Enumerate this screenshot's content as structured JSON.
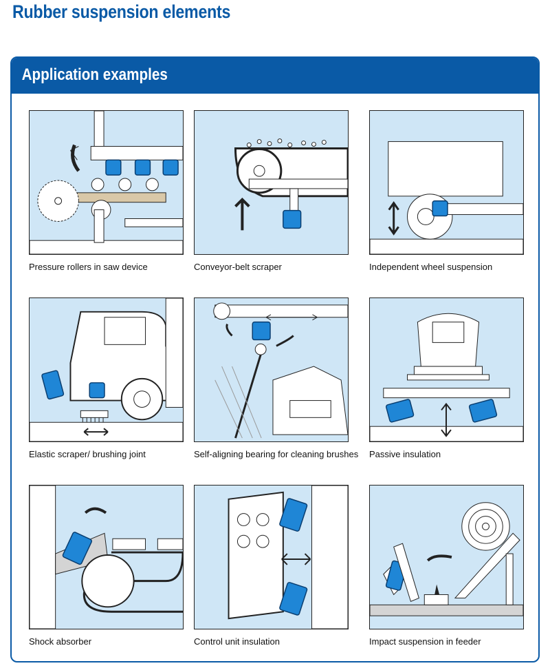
{
  "page": {
    "title": "Rubber suspension elements"
  },
  "section": {
    "title": "Application examples"
  },
  "examples": [
    {
      "caption": "Pressure rollers in saw device"
    },
    {
      "caption": "Conveyor-belt scraper"
    },
    {
      "caption": "Independent wheel suspension"
    },
    {
      "caption": "Elastic scraper/ brushing joint"
    },
    {
      "caption": "Self-aligning bearing for cleaning brushes"
    },
    {
      "caption": "Passive insulation"
    },
    {
      "caption": "Shock absorber"
    },
    {
      "caption": "Control unit insulation"
    },
    {
      "caption": "Impact suspension in feeder"
    }
  ],
  "colors": {
    "brand_blue": "#0a5aa6",
    "figure_background": "#cfe6f6",
    "element_blue": "#1f86d6",
    "machine_grey": "#d4d4d4"
  }
}
